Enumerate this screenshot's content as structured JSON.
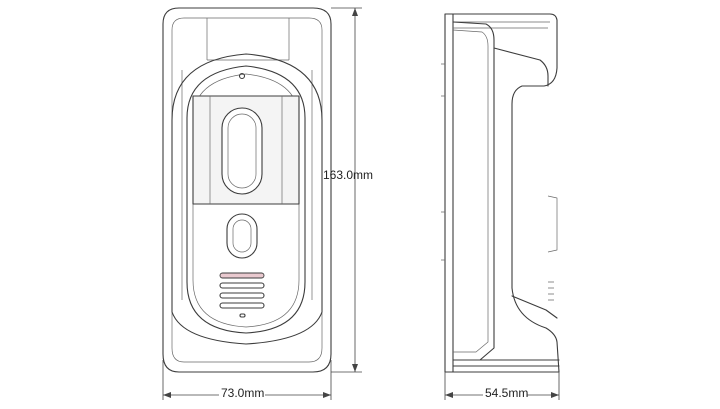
{
  "dimensions": {
    "height": "163.0mm",
    "front_width": "73.0mm",
    "side_depth": "54.5mm"
  },
  "colors": {
    "line": "#3c3c3c",
    "speaker_accent": "#e9c9cf",
    "background": "#ffffff"
  }
}
